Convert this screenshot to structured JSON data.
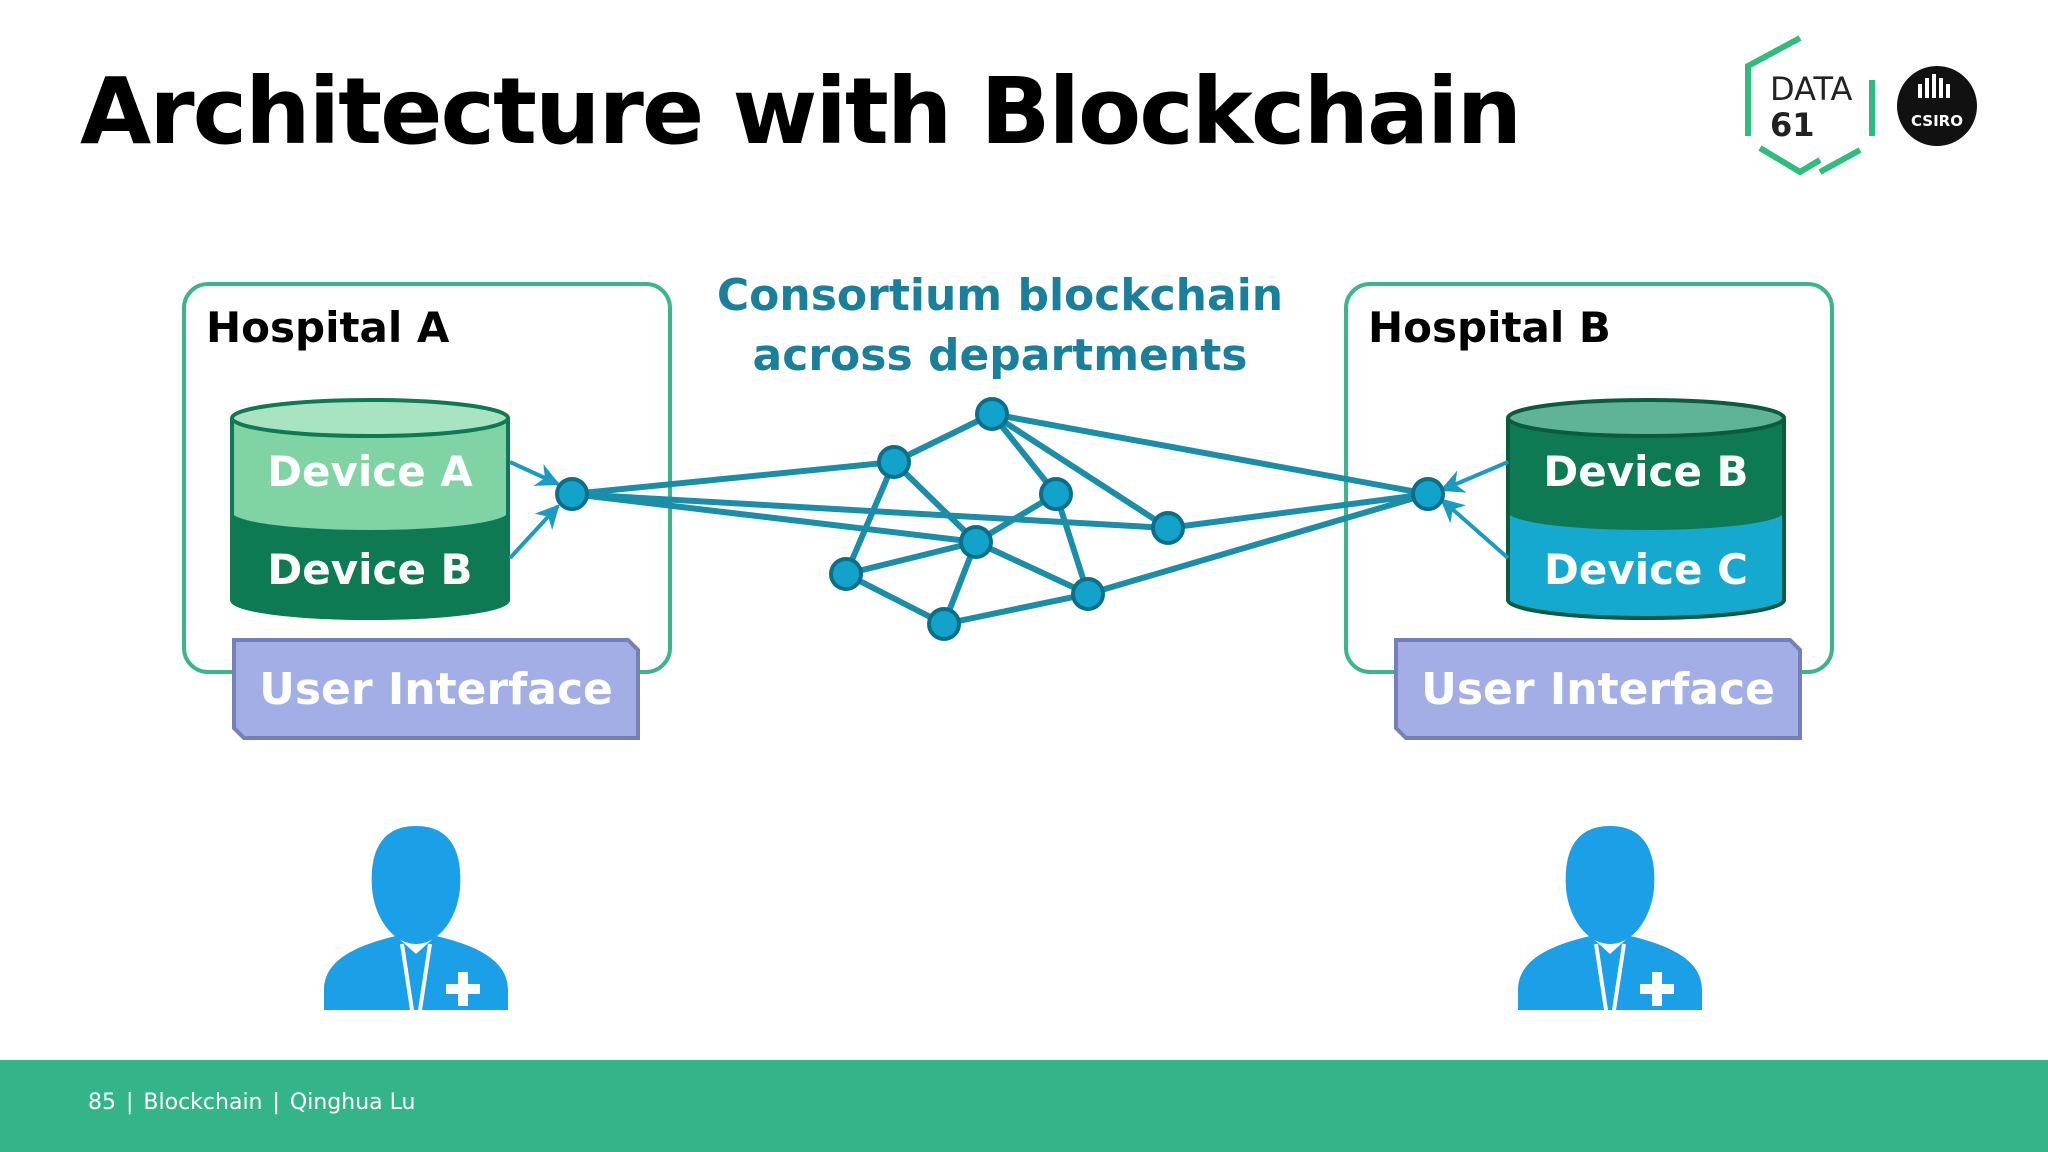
{
  "slide": {
    "title": "Architecture with Blockchain",
    "footer": {
      "page": "85",
      "topic": "Blockchain",
      "author": "Qinghua Lu"
    }
  },
  "logos": {
    "data61_line1": "DATA",
    "data61_line2": "61",
    "csiro": "CSIRO"
  },
  "diagram": {
    "network_label_line1": "Consortium blockchain",
    "network_label_line2": "across departments",
    "hospital_a": {
      "name": "Hospital A",
      "db_top": "Device A",
      "db_bottom": "Device B",
      "ui": "User Interface"
    },
    "hospital_b": {
      "name": "Hospital B",
      "db_top": "Device B",
      "db_bottom": "Device C",
      "ui": "User Interface"
    }
  },
  "colors": {
    "frame_green": "#3cb58c",
    "device_light_green": "#7fd3a4",
    "device_dark_green": "#0e7a54",
    "device_cyan": "#16a9cf",
    "ui_lavender": "#a4aee6",
    "network_teal": "#1a8ea8",
    "label_teal": "#1a7f9a",
    "doctor_blue": "#1b9fe6",
    "footer_green": "#33b489"
  }
}
